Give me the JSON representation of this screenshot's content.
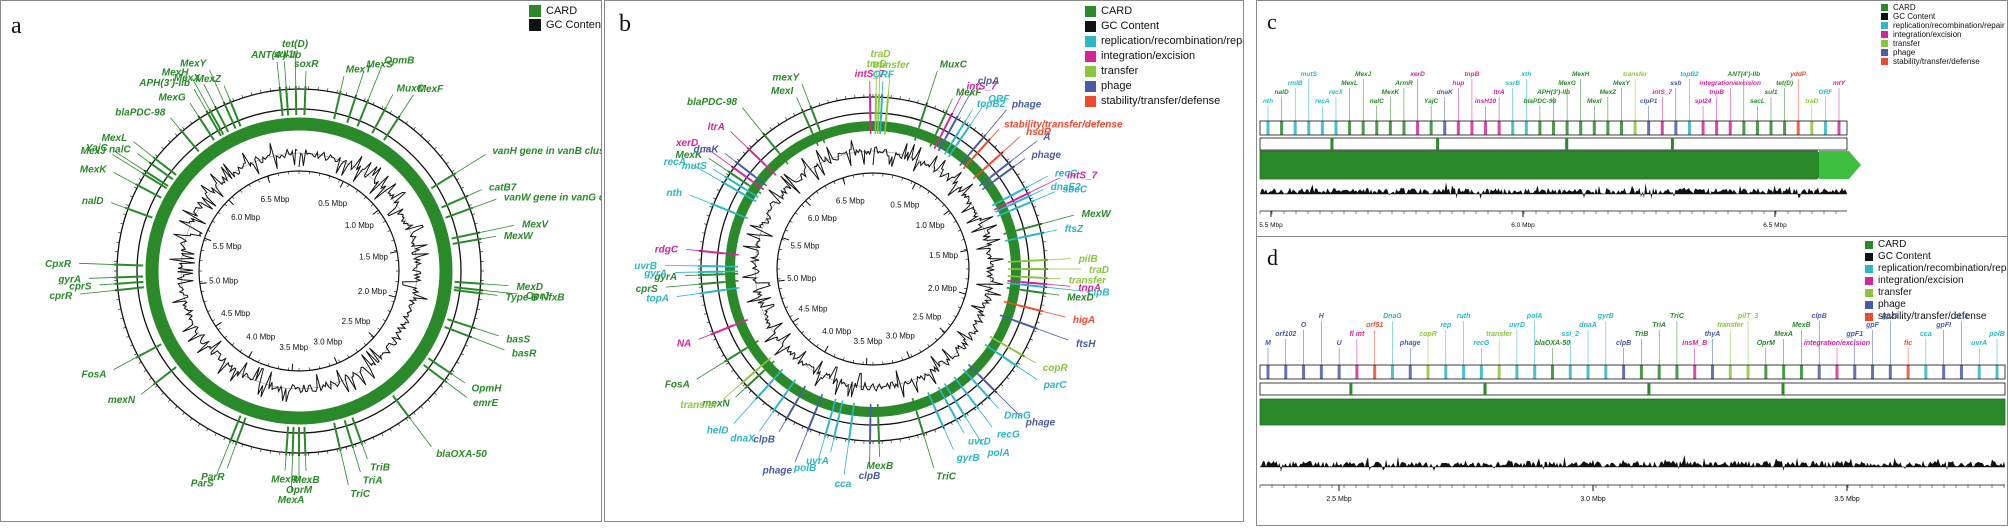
{
  "colors": {
    "card": "#2a8a2a",
    "card_dark": "#1f6e1f",
    "gc": "#111111",
    "replication": "#2ab7c6",
    "integration": "#d6249a",
    "transfer": "#8cc63f",
    "phage": "#4a5aa8",
    "stability": "#ef4a2e"
  },
  "panels": {
    "a": {
      "letter": "a"
    },
    "b": {
      "letter": "b"
    },
    "c": {
      "letter": "c"
    },
    "d": {
      "letter": "d"
    }
  },
  "legend_a": [
    {
      "label": "CARD",
      "color": "#2a8a2a"
    },
    {
      "label": "GC Content",
      "color": "#111111"
    }
  ],
  "legend_full": [
    {
      "label": "CARD",
      "color": "#2a8a2a"
    },
    {
      "label": "GC Content",
      "color": "#111111"
    },
    {
      "label": "replication/recombination/repair",
      "color": "#2ab7c6"
    },
    {
      "label": "integration/excision",
      "color": "#d6249a"
    },
    {
      "label": "transfer",
      "color": "#8cc63f"
    },
    {
      "label": "phage",
      "color": "#4a5aa8"
    },
    {
      "label": "stability/transfer/defense",
      "color": "#ef4a2e"
    }
  ],
  "ticks": [
    "0.5 Mbp",
    "1.0 Mbp",
    "1.5 Mbp",
    "2.0 Mbp",
    "2.5 Mbp",
    "3.0 Mbp",
    "3.5 Mbp",
    "4.0 Mbp",
    "4.5 Mbp",
    "5.0 Mbp",
    "5.5 Mbp",
    "6.0 Mbp",
    "6.5 Mbp"
  ],
  "genes_a": [
    {
      "text": "MexT",
      "deg": 13
    },
    {
      "text": "MexS",
      "deg": 18
    },
    {
      "text": "OpmB",
      "deg": 22
    },
    {
      "text": "MuxC",
      "deg": 28
    },
    {
      "text": "MexF",
      "deg": 33
    },
    {
      "text": "vanH gene in vanB cluster",
      "deg": 58
    },
    {
      "text": "catB7",
      "deg": 66
    },
    {
      "text": "vanW gene in vanG cluster",
      "deg": 70
    },
    {
      "text": "MexV",
      "deg": 78
    },
    {
      "text": "MexW",
      "deg": 80
    },
    {
      "text": "MexD",
      "deg": 94
    },
    {
      "text": "OprJ",
      "deg": 96
    },
    {
      "text": "Type B NfxB",
      "deg": 97
    },
    {
      "text": "basS",
      "deg": 108
    },
    {
      "text": "basR",
      "deg": 111
    },
    {
      "text": "OpmH",
      "deg": 124
    },
    {
      "text": "emrE",
      "deg": 127
    },
    {
      "text": "blaOXA-50",
      "deg": 143
    },
    {
      "text": "TriB",
      "deg": 160
    },
    {
      "text": "TriA",
      "deg": 163
    },
    {
      "text": "TriC",
      "deg": 167
    },
    {
      "text": "MexB",
      "deg": 178
    },
    {
      "text": "OprM",
      "deg": 180
    },
    {
      "text": "MexA",
      "deg": 182
    },
    {
      "text": "MexR",
      "deg": 184
    },
    {
      "text": "ParR",
      "deg": 200
    },
    {
      "text": "ParS",
      "deg": 202
    },
    {
      "text": "mexN",
      "deg": 232
    },
    {
      "text": "FosA",
      "deg": 242
    },
    {
      "text": "cprR",
      "deg": 264
    },
    {
      "text": "cprS",
      "deg": 266
    },
    {
      "text": "gyrA",
      "deg": 268
    },
    {
      "text": "CpxR",
      "deg": 272
    },
    {
      "text": "nalD",
      "deg": 290
    },
    {
      "text": "MexK",
      "deg": 298
    },
    {
      "text": "MexJ",
      "deg": 302
    },
    {
      "text": "nalC",
      "deg": 306
    },
    {
      "text": "MexL",
      "deg": 308
    },
    {
      "text": "YajC",
      "deg": 303
    },
    {
      "text": "blaPDC-98",
      "deg": 320
    },
    {
      "text": "APH(3')-IIb",
      "deg": 330
    },
    {
      "text": "MexY",
      "deg": 336
    },
    {
      "text": "MexZ",
      "deg": 338
    },
    {
      "text": "MexX",
      "deg": 333
    },
    {
      "text": "MexH",
      "deg": 331
    },
    {
      "text": "MexG",
      "deg": 327
    },
    {
      "text": "sul1",
      "deg": 356
    },
    {
      "text": "tet(D)",
      "deg": 359
    },
    {
      "text": "soxR",
      "deg": 2
    },
    {
      "text": "ANT(4')-IIb",
      "deg": 354
    }
  ],
  "genes_b": [
    {
      "text": "intS_7",
      "deg": 359,
      "cat": "integration"
    },
    {
      "text": "traD",
      "deg": 1,
      "cat": "transfer"
    },
    {
      "text": "traD",
      "deg": 2,
      "cat": "transfer"
    },
    {
      "text": "ORF",
      "deg": 3,
      "cat": "replication"
    },
    {
      "text": "transfer",
      "deg": 5,
      "cat": "transfer"
    },
    {
      "text": "MuxC",
      "deg": 18,
      "cat": "card"
    },
    {
      "text": "MexF",
      "deg": 25,
      "cat": "card"
    },
    {
      "text": "intS_7",
      "deg": 27,
      "cat": "integration"
    },
    {
      "text": "clpA",
      "deg": 29,
      "cat": "phage"
    },
    {
      "text": "topB2",
      "deg": 32,
      "cat": "replication"
    },
    {
      "text": "ORF",
      "deg": 34,
      "cat": "replication"
    },
    {
      "text": "phage",
      "deg": 40,
      "cat": "phage"
    },
    {
      "text": "stability/transfer/defense",
      "deg": 42,
      "cat": "stability"
    },
    {
      "text": "hsdR",
      "deg": 48,
      "cat": "stability"
    },
    {
      "text": "A",
      "deg": 52,
      "cat": "phage"
    },
    {
      "text": "phage",
      "deg": 54,
      "cat": "phage"
    },
    {
      "text": "recC",
      "deg": 62,
      "cat": "replication"
    },
    {
      "text": "intS_7",
      "deg": 64,
      "cat": "integration"
    },
    {
      "text": "dnaE2",
      "deg": 65,
      "cat": "replication"
    },
    {
      "text": "sbcC",
      "deg": 67,
      "cat": "replication"
    },
    {
      "text": "MexW",
      "deg": 75,
      "cat": "card"
    },
    {
      "text": "ftsZ",
      "deg": 78,
      "cat": "replication"
    },
    {
      "text": "pilB",
      "deg": 87,
      "cat": "transfer"
    },
    {
      "text": "traD",
      "deg": 90,
      "cat": "transfer"
    },
    {
      "text": "transfer",
      "deg": 93,
      "cat": "transfer"
    },
    {
      "text": "tnpA",
      "deg": 95,
      "cat": "integration"
    },
    {
      "text": "clpB",
      "deg": 96,
      "cat": "replication"
    },
    {
      "text": "MexD",
      "deg": 98,
      "cat": "card"
    },
    {
      "text": "higA",
      "deg": 104,
      "cat": "stability"
    },
    {
      "text": "ftsH",
      "deg": 110,
      "cat": "phage"
    },
    {
      "text": "copR",
      "deg": 120,
      "cat": "transfer"
    },
    {
      "text": "parC",
      "deg": 124,
      "cat": "replication"
    },
    {
      "text": "phage",
      "deg": 135,
      "cat": "phage"
    },
    {
      "text": "DnaG",
      "deg": 138,
      "cat": "replication"
    },
    {
      "text": "recG",
      "deg": 143,
      "cat": "replication"
    },
    {
      "text": "polA",
      "deg": 148,
      "cat": "replication"
    },
    {
      "text": "uvrD",
      "deg": 151,
      "cat": "replication"
    },
    {
      "text": "gyrB",
      "deg": 156,
      "cat": "replication"
    },
    {
      "text": "TriC",
      "deg": 163,
      "cat": "card"
    },
    {
      "text": "MexB",
      "deg": 178,
      "cat": "card"
    },
    {
      "text": "clpB",
      "deg": 181,
      "cat": "phage"
    },
    {
      "text": "cca",
      "deg": 188,
      "cat": "replication"
    },
    {
      "text": "uvrA",
      "deg": 193,
      "cat": "replication"
    },
    {
      "text": "polB",
      "deg": 196,
      "cat": "replication"
    },
    {
      "text": "phage",
      "deg": 202,
      "cat": "phage"
    },
    {
      "text": "clpB",
      "deg": 210,
      "cat": "phage"
    },
    {
      "text": "dnaX",
      "deg": 215,
      "cat": "replication"
    },
    {
      "text": "helD",
      "deg": 222,
      "cat": "replication"
    },
    {
      "text": "mexN",
      "deg": 227,
      "cat": "card"
    },
    {
      "text": "transfer",
      "deg": 229,
      "cat": "transfer"
    },
    {
      "text": "FosA",
      "deg": 238,
      "cat": "card"
    },
    {
      "text": "NA",
      "deg": 248,
      "cat": "integration"
    },
    {
      "text": "topA",
      "deg": 262,
      "cat": "replication"
    },
    {
      "text": "cprS",
      "deg": 265,
      "cat": "card"
    },
    {
      "text": "gyrA",
      "deg": 268,
      "cat": "card"
    },
    {
      "text": "gyrA",
      "deg": 269,
      "cat": "replication"
    },
    {
      "text": "uvrB",
      "deg": 271,
      "cat": "replication"
    },
    {
      "text": "rdgC",
      "deg": 276,
      "cat": "integration"
    },
    {
      "text": "nth",
      "deg": 292,
      "cat": "replication"
    },
    {
      "text": "recA",
      "deg": 300,
      "cat": "replication"
    },
    {
      "text": "mutS",
      "deg": 302,
      "cat": "replication"
    },
    {
      "text": "MexK",
      "deg": 304,
      "cat": "card"
    },
    {
      "text": "xerD",
      "deg": 306,
      "cat": "integration"
    },
    {
      "text": "dnaK",
      "deg": 308,
      "cat": "phage"
    },
    {
      "text": "ltrA",
      "deg": 314,
      "cat": "integration"
    },
    {
      "text": "blaPDC-98",
      "deg": 321,
      "cat": "card"
    },
    {
      "text": "MexI",
      "deg": 336,
      "cat": "card"
    },
    {
      "text": "mexY",
      "deg": 339,
      "cat": "card"
    }
  ],
  "panel_c": {
    "axis": [
      "5.5 Mbp",
      "6.0 Mbp",
      "6.5 Mbp"
    ],
    "labels": [
      {
        "text": "nth",
        "cat": "replication"
      },
      {
        "text": "nalD",
        "cat": "card"
      },
      {
        "text": "rmlB",
        "cat": "replication"
      },
      {
        "text": "mutS",
        "cat": "replication"
      },
      {
        "text": "recA",
        "cat": "replication"
      },
      {
        "text": "recX",
        "cat": "replication"
      },
      {
        "text": "MexL",
        "cat": "card"
      },
      {
        "text": "MexJ",
        "cat": "card"
      },
      {
        "text": "nalC",
        "cat": "card"
      },
      {
        "text": "MexK",
        "cat": "card"
      },
      {
        "text": "ArmR",
        "cat": "card"
      },
      {
        "text": "xerD",
        "cat": "integration"
      },
      {
        "text": "YajC",
        "cat": "card"
      },
      {
        "text": "dnaK",
        "cat": "phage"
      },
      {
        "text": "hup",
        "cat": "integration"
      },
      {
        "text": "tnpB",
        "cat": "integration"
      },
      {
        "text": "insH10",
        "cat": "integration"
      },
      {
        "text": "ltrA",
        "cat": "integration"
      },
      {
        "text": "ssrB",
        "cat": "replication"
      },
      {
        "text": "xth",
        "cat": "replication"
      },
      {
        "text": "blaPDC-98",
        "cat": "card"
      },
      {
        "text": "APH(3')-IIb",
        "cat": "card"
      },
      {
        "text": "MexG",
        "cat": "card"
      },
      {
        "text": "MexH",
        "cat": "card"
      },
      {
        "text": "MexI",
        "cat": "card"
      },
      {
        "text": "MexZ",
        "cat": "card"
      },
      {
        "text": "MexY",
        "cat": "card"
      },
      {
        "text": "transfer",
        "cat": "transfer"
      },
      {
        "text": "clpP1",
        "cat": "phage"
      },
      {
        "text": "intS_7",
        "cat": "integration"
      },
      {
        "text": "ssb",
        "cat": "phage"
      },
      {
        "text": "topB2",
        "cat": "replication"
      },
      {
        "text": "spl24",
        "cat": "integration"
      },
      {
        "text": "tnpB",
        "cat": "integration"
      },
      {
        "text": "integration/excision",
        "cat": "integration"
      },
      {
        "text": "ANT(4')-IIb",
        "cat": "card"
      },
      {
        "text": "sacL",
        "cat": "card"
      },
      {
        "text": "sul1",
        "cat": "card"
      },
      {
        "text": "tet(D)",
        "cat": "card"
      },
      {
        "text": "yddP",
        "cat": "stability"
      },
      {
        "text": "traD",
        "cat": "transfer"
      },
      {
        "text": "ORF",
        "cat": "replication"
      },
      {
        "text": "mtY",
        "cat": "integration"
      }
    ]
  },
  "panel_d": {
    "axis": [
      "2.5 Mbp",
      "3.0 Mbp",
      "3.5 Mbp"
    ],
    "labels": [
      {
        "text": "M",
        "cat": "phage"
      },
      {
        "text": "orf102",
        "cat": "phage"
      },
      {
        "text": "O",
        "cat": "phage"
      },
      {
        "text": "H",
        "cat": "phage"
      },
      {
        "text": "U",
        "cat": "phage"
      },
      {
        "text": "fl int",
        "cat": "integration"
      },
      {
        "text": "orf51",
        "cat": "stability"
      },
      {
        "text": "DnaG",
        "cat": "replication"
      },
      {
        "text": "phage",
        "cat": "phage"
      },
      {
        "text": "copR",
        "cat": "transfer"
      },
      {
        "text": "rep",
        "cat": "replication"
      },
      {
        "text": "ruth",
        "cat": "replication"
      },
      {
        "text": "recG",
        "cat": "replication"
      },
      {
        "text": "transfer",
        "cat": "transfer"
      },
      {
        "text": "uvrD",
        "cat": "replication"
      },
      {
        "text": "polA",
        "cat": "replication"
      },
      {
        "text": "blaOXA-50",
        "cat": "card"
      },
      {
        "text": "ssi_2",
        "cat": "replication"
      },
      {
        "text": "dnaA",
        "cat": "replication"
      },
      {
        "text": "gyrB",
        "cat": "replication"
      },
      {
        "text": "clpB",
        "cat": "phage"
      },
      {
        "text": "TriB",
        "cat": "card"
      },
      {
        "text": "TriA",
        "cat": "card"
      },
      {
        "text": "TriC",
        "cat": "card"
      },
      {
        "text": "insM_B",
        "cat": "integration"
      },
      {
        "text": "thyA",
        "cat": "phage"
      },
      {
        "text": "transfer",
        "cat": "transfer"
      },
      {
        "text": "pilT_3",
        "cat": "transfer"
      },
      {
        "text": "OprM",
        "cat": "card"
      },
      {
        "text": "MexA",
        "cat": "card"
      },
      {
        "text": "MexB",
        "cat": "card"
      },
      {
        "text": "clpB",
        "cat": "phage"
      },
      {
        "text": "integration/excision",
        "cat": "integration"
      },
      {
        "text": "gpF1",
        "cat": "phage"
      },
      {
        "text": "gpF",
        "cat": "phage"
      },
      {
        "text": "gp28",
        "cat": "phage"
      },
      {
        "text": "fic",
        "cat": "stability"
      },
      {
        "text": "cca",
        "cat": "replication"
      },
      {
        "text": "gpFI",
        "cat": "phage"
      },
      {
        "text": "cl_1",
        "cat": "phage"
      },
      {
        "text": "uvrA",
        "cat": "replication"
      },
      {
        "text": "polB",
        "cat": "replication"
      }
    ]
  }
}
